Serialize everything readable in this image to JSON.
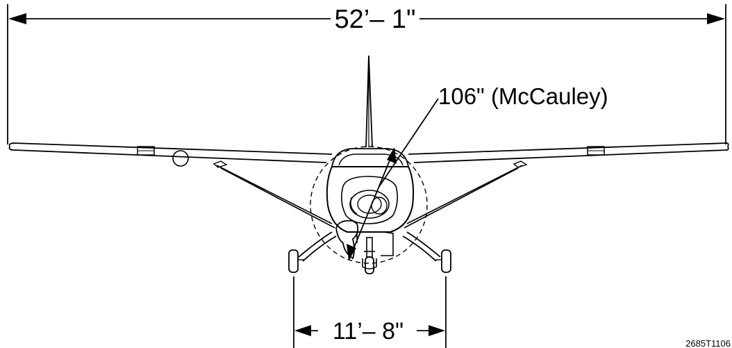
{
  "dimensions": {
    "wingspan": "52’– 1\"",
    "propeller_diameter": "106\" (McCauley)",
    "main_gear_track": "11’– 8\""
  },
  "figure_id": "2685T1106",
  "colors": {
    "line": "#000000",
    "background": "#ffffff"
  }
}
